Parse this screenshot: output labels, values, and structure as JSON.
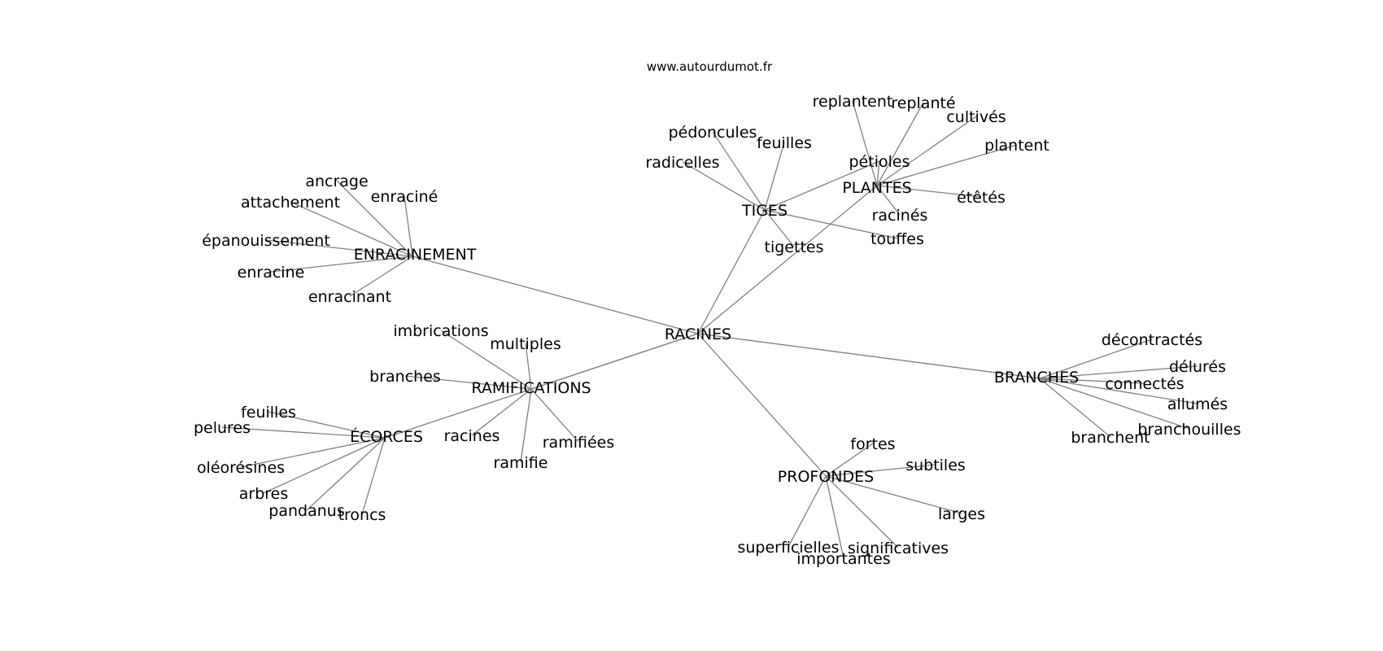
{
  "watermark": "www.autourdumot.fr",
  "colors": {
    "edge": "#808080",
    "text": "#000000",
    "background": "#ffffff"
  },
  "graph": {
    "nodes": [
      {
        "id": "racines_c",
        "label": "RACINES"
      },
      {
        "id": "enracinement",
        "label": "ENRACINEMENT"
      },
      {
        "id": "tiges",
        "label": "TIGES"
      },
      {
        "id": "plantes",
        "label": "PLANTES"
      },
      {
        "id": "ramifications",
        "label": "RAMIFICATIONS"
      },
      {
        "id": "ecorces",
        "label": "ÉCORCES"
      },
      {
        "id": "branches_c",
        "label": "BRANCHES"
      },
      {
        "id": "profondes",
        "label": "PROFONDES"
      },
      {
        "id": "ancrage",
        "label": "ancrage"
      },
      {
        "id": "attachement",
        "label": "attachement"
      },
      {
        "id": "enracine_acc",
        "label": "enraciné"
      },
      {
        "id": "epanouissement",
        "label": "épanouissement"
      },
      {
        "id": "enracine",
        "label": "enracine"
      },
      {
        "id": "enracinant",
        "label": "enracinant"
      },
      {
        "id": "pedoncules",
        "label": "pédoncules"
      },
      {
        "id": "feuilles_t",
        "label": "feuilles"
      },
      {
        "id": "radicelles",
        "label": "radicelles"
      },
      {
        "id": "tigettes",
        "label": "tigettes"
      },
      {
        "id": "touffes",
        "label": "touffes"
      },
      {
        "id": "replantent",
        "label": "replantent"
      },
      {
        "id": "replante",
        "label": "replanté"
      },
      {
        "id": "cultives",
        "label": "cultivés"
      },
      {
        "id": "plantent",
        "label": "plantent"
      },
      {
        "id": "petioles",
        "label": "pétioles"
      },
      {
        "id": "etetes",
        "label": "étêtés"
      },
      {
        "id": "racines_p",
        "label": "racinés"
      },
      {
        "id": "imbrications",
        "label": "imbrications"
      },
      {
        "id": "multiples",
        "label": "multiples"
      },
      {
        "id": "branches_r",
        "label": "branches"
      },
      {
        "id": "racines_r",
        "label": "racines"
      },
      {
        "id": "ramifiees",
        "label": "ramifiées"
      },
      {
        "id": "ramifie",
        "label": "ramifie"
      },
      {
        "id": "feuilles_e",
        "label": "feuilles"
      },
      {
        "id": "pelures",
        "label": "pelures"
      },
      {
        "id": "oleoresines",
        "label": "oléorésines"
      },
      {
        "id": "arbres",
        "label": "arbres"
      },
      {
        "id": "pandanus",
        "label": "pandanus"
      },
      {
        "id": "troncs",
        "label": "troncs"
      },
      {
        "id": "decontractes",
        "label": "décontractés"
      },
      {
        "id": "delures",
        "label": "délurés"
      },
      {
        "id": "connectes",
        "label": "connectés"
      },
      {
        "id": "allumes",
        "label": "allumés"
      },
      {
        "id": "branchouilles",
        "label": "branchouilles"
      },
      {
        "id": "branchent",
        "label": "branchent"
      },
      {
        "id": "fortes",
        "label": "fortes"
      },
      {
        "id": "subtiles",
        "label": "subtiles"
      },
      {
        "id": "larges",
        "label": "larges"
      },
      {
        "id": "superficielles",
        "label": "superficielles"
      },
      {
        "id": "importantes",
        "label": "importantes"
      },
      {
        "id": "significatives",
        "label": "significatives"
      }
    ],
    "edges": [
      [
        "racines_c",
        "enracinement"
      ],
      [
        "racines_c",
        "tiges"
      ],
      [
        "racines_c",
        "plantes"
      ],
      [
        "racines_c",
        "ramifications"
      ],
      [
        "racines_c",
        "ecorces"
      ],
      [
        "racines_c",
        "branches_c"
      ],
      [
        "racines_c",
        "profondes"
      ],
      [
        "enracinement",
        "ancrage"
      ],
      [
        "enracinement",
        "attachement"
      ],
      [
        "enracinement",
        "enracine_acc"
      ],
      [
        "enracinement",
        "epanouissement"
      ],
      [
        "enracinement",
        "enracine"
      ],
      [
        "enracinement",
        "enracinant"
      ],
      [
        "tiges",
        "pedoncules"
      ],
      [
        "tiges",
        "feuilles_t"
      ],
      [
        "tiges",
        "radicelles"
      ],
      [
        "tiges",
        "tigettes"
      ],
      [
        "tiges",
        "touffes"
      ],
      [
        "tiges",
        "petioles"
      ],
      [
        "plantes",
        "replantent"
      ],
      [
        "plantes",
        "replante"
      ],
      [
        "plantes",
        "cultives"
      ],
      [
        "plantes",
        "plantent"
      ],
      [
        "plantes",
        "petioles"
      ],
      [
        "plantes",
        "etetes"
      ],
      [
        "plantes",
        "racines_p"
      ],
      [
        "ramifications",
        "imbrications"
      ],
      [
        "ramifications",
        "multiples"
      ],
      [
        "ramifications",
        "branches_r"
      ],
      [
        "ramifications",
        "racines_r"
      ],
      [
        "ramifications",
        "ramifiees"
      ],
      [
        "ramifications",
        "ramifie"
      ],
      [
        "ecorces",
        "feuilles_e"
      ],
      [
        "ecorces",
        "pelures"
      ],
      [
        "ecorces",
        "oleoresines"
      ],
      [
        "ecorces",
        "arbres"
      ],
      [
        "ecorces",
        "pandanus"
      ],
      [
        "ecorces",
        "troncs"
      ],
      [
        "branches_c",
        "decontractes"
      ],
      [
        "branches_c",
        "delures"
      ],
      [
        "branches_c",
        "connectes"
      ],
      [
        "branches_c",
        "allumes"
      ],
      [
        "branches_c",
        "branchouilles"
      ],
      [
        "branches_c",
        "branchent"
      ],
      [
        "profondes",
        "fortes"
      ],
      [
        "profondes",
        "subtiles"
      ],
      [
        "profondes",
        "larges"
      ],
      [
        "profondes",
        "superficielles"
      ],
      [
        "profondes",
        "importantes"
      ],
      [
        "profondes",
        "significatives"
      ]
    ]
  }
}
